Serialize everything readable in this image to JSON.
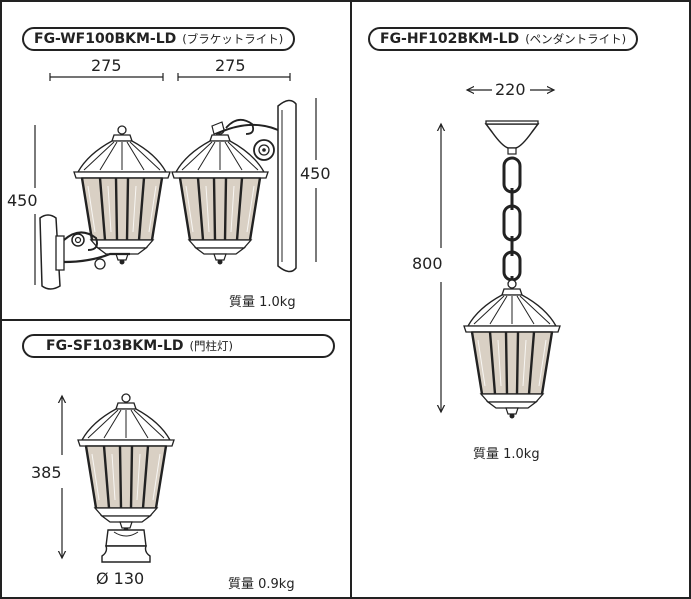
{
  "wall": {
    "model": "FG-WF100BKM-LD",
    "type": "(ブラケットライト)",
    "width_front": "275",
    "width_side": "275",
    "height_left": "450",
    "height_right": "450",
    "weight": "質量 1.0kg"
  },
  "pendant": {
    "model": "FG-HF102BKM-LD",
    "type": "(ペンダントライト)",
    "width": "220",
    "height": "800",
    "weight": "質量 1.0kg"
  },
  "post": {
    "model": "FG-SF103BKM-LD",
    "type": "(門柱灯)",
    "height": "385",
    "diameter": "Ø 130",
    "weight": "質量 0.9kg"
  },
  "colors": {
    "line": "#222222",
    "glass": "#d9d0c4",
    "frame": "#2a2a2a"
  }
}
